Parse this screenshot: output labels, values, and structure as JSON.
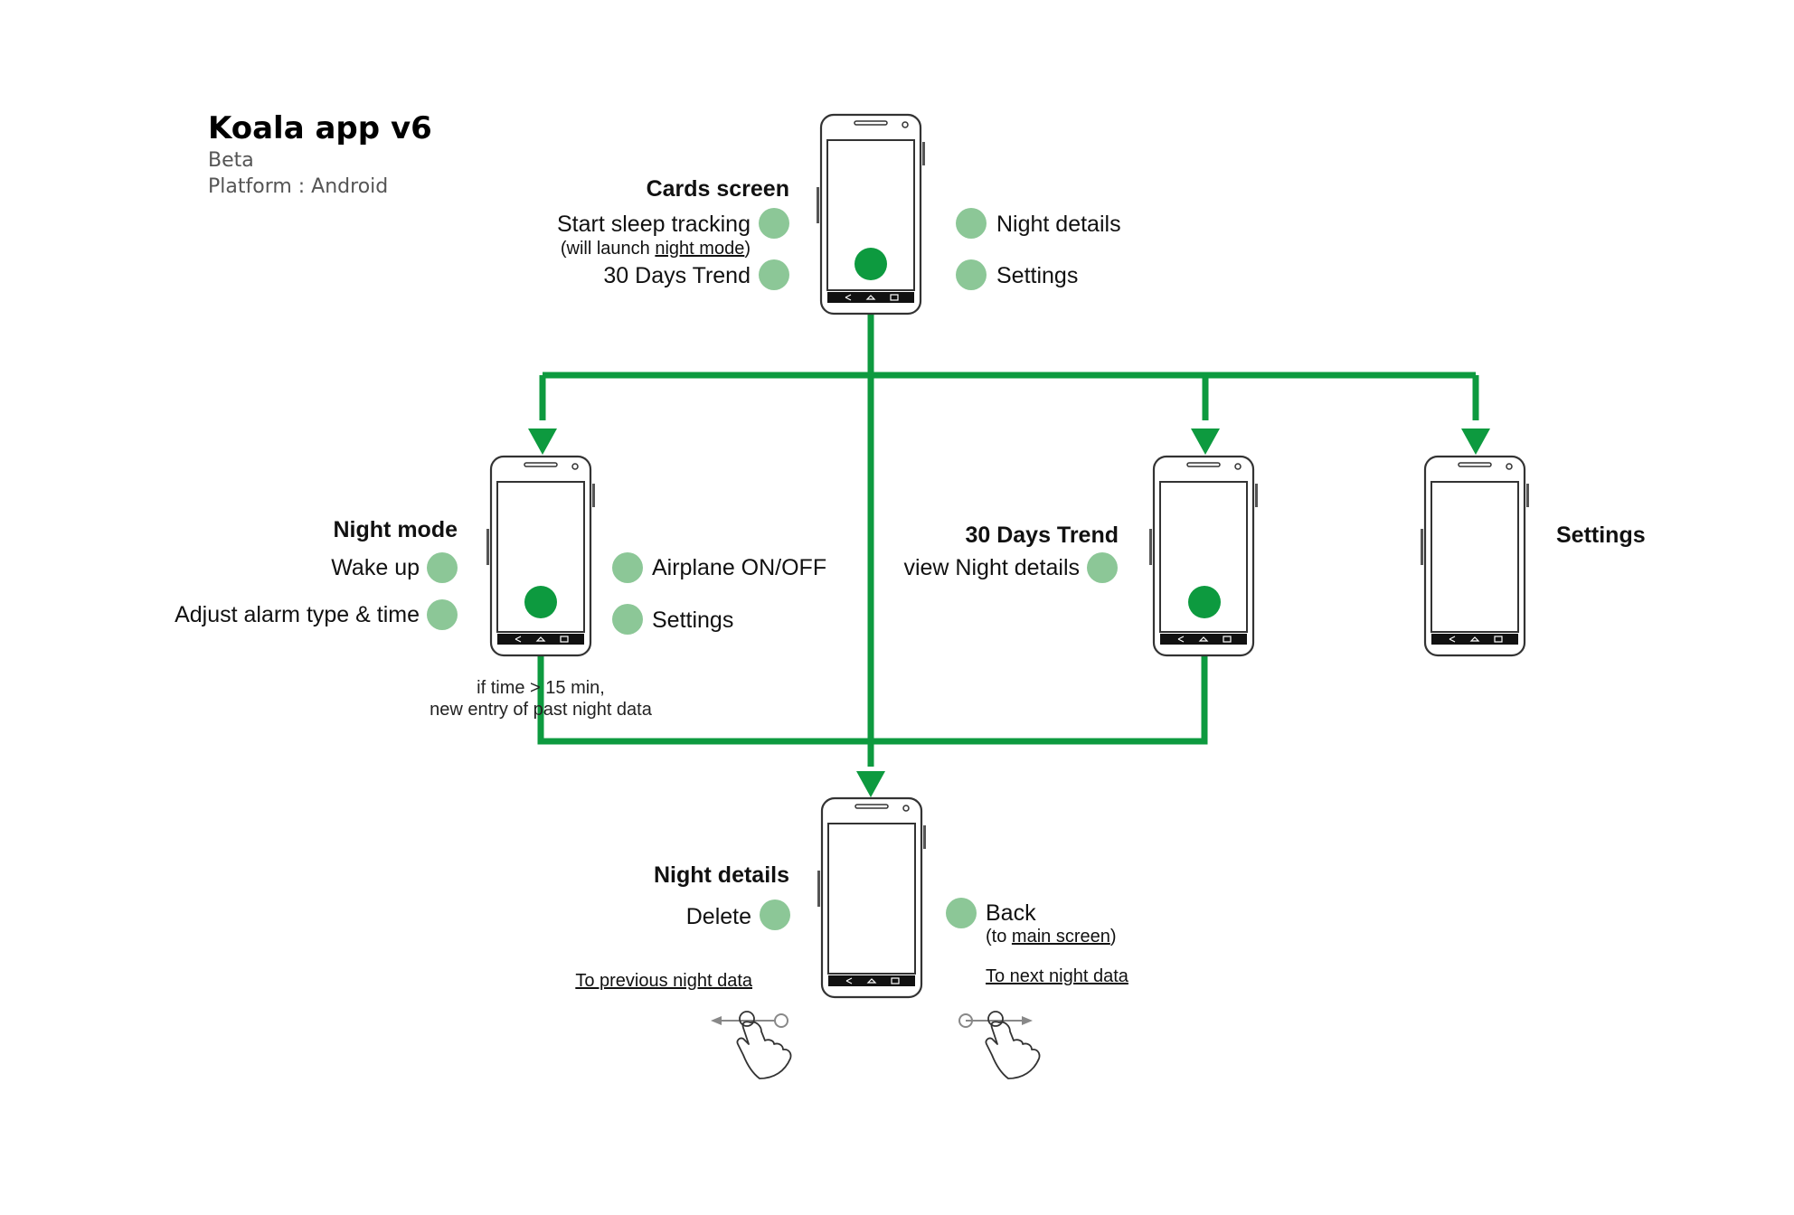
{
  "header": {
    "title": "Koala app v6",
    "subtitle": "Beta",
    "platform": "Platform : Android"
  },
  "colors": {
    "flow": "#0d9a3f",
    "option_dot": "#8cc797",
    "outline": "#333333"
  },
  "cards_screen": {
    "title": "Cards screen",
    "left_options": [
      "Start sleep tracking",
      "30 Days Trend"
    ],
    "start_note_prefix": "(will launch ",
    "start_note_link": "night mode",
    "start_note_suffix": ")",
    "right_options": [
      "Night details",
      "Settings"
    ]
  },
  "night_mode": {
    "title": "Night mode",
    "left_options": [
      "Wake up",
      "Adjust alarm type & time"
    ],
    "right_options": [
      "Airplane ON/OFF",
      "Settings"
    ],
    "condition_line1": "if time > 15 min,",
    "condition_line2": "new entry of past night data"
  },
  "trend_screen": {
    "title": "30 Days Trend",
    "option": "view Night details"
  },
  "settings_screen": {
    "title": "Settings"
  },
  "night_details": {
    "title": "Night details",
    "left_option": "Delete",
    "right_option": "Back",
    "back_note_prefix": "(to ",
    "back_note_link": "main screen",
    "back_note_suffix": ")",
    "prev_link": "To previous night data",
    "next_link": "To next night data"
  },
  "icons": [
    "phone-icon",
    "swipe-left-gesture-icon",
    "swipe-right-gesture-icon",
    "arrowhead-icon"
  ]
}
